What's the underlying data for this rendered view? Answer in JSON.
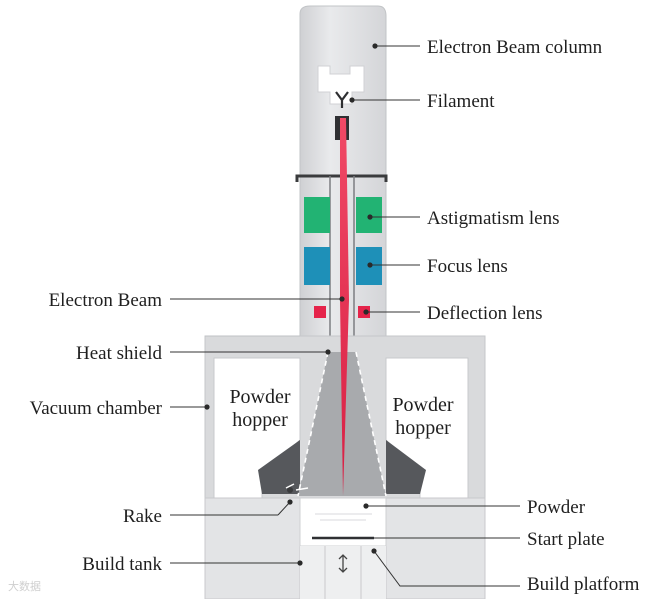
{
  "diagram": {
    "labels": {
      "electron_beam_column": "Electron Beam column",
      "filament": "Filament",
      "astigmatism_lens": "Astigmatism lens",
      "focus_lens": "Focus lens",
      "electron_beam": "Electron Beam",
      "deflection_lens": "Deflection lens",
      "heat_shield": "Heat shield",
      "vacuum_chamber": "Vacuum chamber",
      "rake": "Rake",
      "powder": "Powder",
      "start_plate": "Start plate",
      "build_tank": "Build tank",
      "build_platform": "Build platform"
    },
    "hopper_left": [
      "Powder",
      "hopper"
    ],
    "hopper_right": [
      "Powder",
      "hopper"
    ],
    "watermark": "大数据"
  },
  "colors": {
    "column": "#dedfe1",
    "column_edge": "#b9bbbe",
    "chamber": "#d9dadc",
    "cone": "#a8aaad",
    "beam": "#e8304f",
    "astigmatism": "#22b373",
    "focus": "#1e90b8",
    "deflection": "#e5234a",
    "dark": "#3a3b3d"
  }
}
